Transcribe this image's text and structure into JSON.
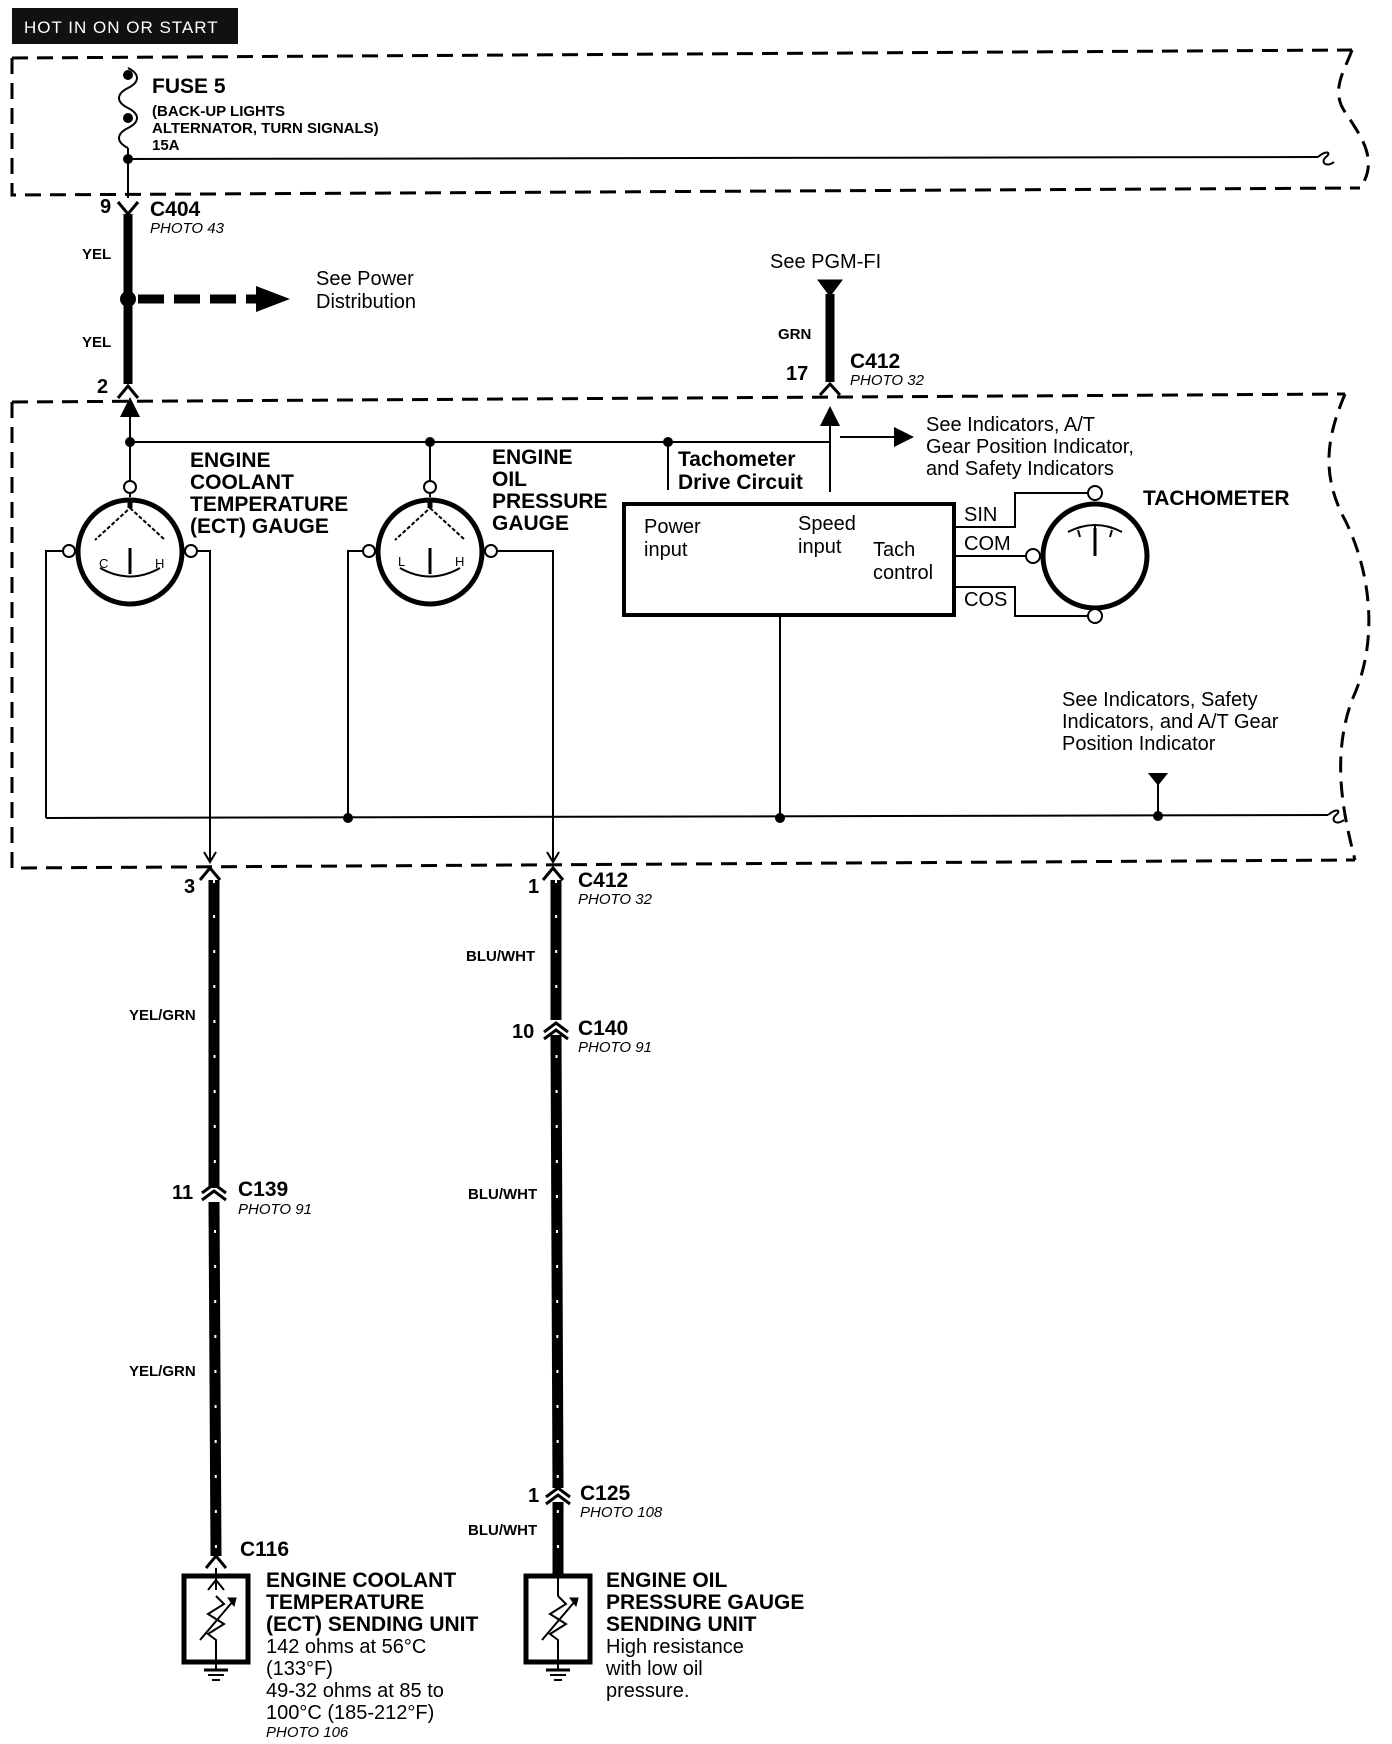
{
  "header": {
    "label": "HOT IN ON OR START"
  },
  "fuse": {
    "title": "FUSE 5",
    "desc_line1": "(BACK-UP LIGHTS",
    "desc_line2": "ALTERNATOR, TURN SIGNALS)",
    "rating": "15A"
  },
  "connectors": {
    "c404": {
      "id": "C404",
      "photo": "PHOTO 43",
      "pin": "9"
    },
    "c412_top": {
      "id": "C412",
      "photo": "PHOTO 32",
      "pin": "17"
    },
    "c412_bottom": {
      "id": "C412",
      "photo": "PHOTO 32",
      "pin_left": "3",
      "pin_right": "1"
    },
    "c140": {
      "id": "C140",
      "photo": "PHOTO 91",
      "pin": "10"
    },
    "c139": {
      "id": "C139",
      "photo": "PHOTO 91",
      "pin": "11"
    },
    "c125": {
      "id": "C125",
      "photo": "PHOTO 108",
      "pin": "1"
    },
    "c116": {
      "id": "C116"
    },
    "gauge_pin": "2"
  },
  "wires": {
    "yel": "YEL",
    "grn": "GRN",
    "yel_grn": "YEL/GRN",
    "blu_wht": "BLU/WHT"
  },
  "refs": {
    "power_dist_1": "See Power",
    "power_dist_2": "Distribution",
    "pgm_fi": "See PGM-FI",
    "indicators_1": "See Indicators, A/T",
    "indicators_2": "Gear Position Indicator,",
    "indicators_3": "and Safety Indicators",
    "safety_1": "See Indicators, Safety",
    "safety_2": "Indicators, and A/T Gear",
    "safety_3": "Position Indicator"
  },
  "gauges": {
    "ect": {
      "line1": "ENGINE",
      "line2": "COOLANT",
      "line3": "TEMPERATURE",
      "line4": "(ECT) GAUGE",
      "low": "C",
      "high": "H"
    },
    "oil": {
      "line1": "ENGINE",
      "line2": "OIL",
      "line3": "PRESSURE",
      "line4": "GAUGE",
      "low": "L",
      "high": "H"
    }
  },
  "tach_circuit": {
    "title1": "Tachometer",
    "title2": "Drive Circuit",
    "power1": "Power",
    "power2": "input",
    "speed1": "Speed",
    "speed2": "input",
    "tach1": "Tach",
    "tach2": "control",
    "sin": "SIN",
    "com": "COM",
    "cos": "COS"
  },
  "tachometer": {
    "label": "TACHOMETER"
  },
  "sensors": {
    "ect": {
      "line1": "ENGINE COOLANT",
      "line2": "TEMPERATURE",
      "line3": "(ECT) SENDING UNIT",
      "spec1": "142 ohms at 56°C",
      "spec2": "(133°F)",
      "spec3": "49-32 ohms at 85 to",
      "spec4": "100°C (185-212°F)",
      "photo": "PHOTO 106"
    },
    "oil": {
      "line1": "ENGINE OIL",
      "line2": "PRESSURE GAUGE",
      "line3": "SENDING UNIT",
      "spec1": "High resistance",
      "spec2": "with low oil",
      "spec3": "pressure."
    }
  }
}
